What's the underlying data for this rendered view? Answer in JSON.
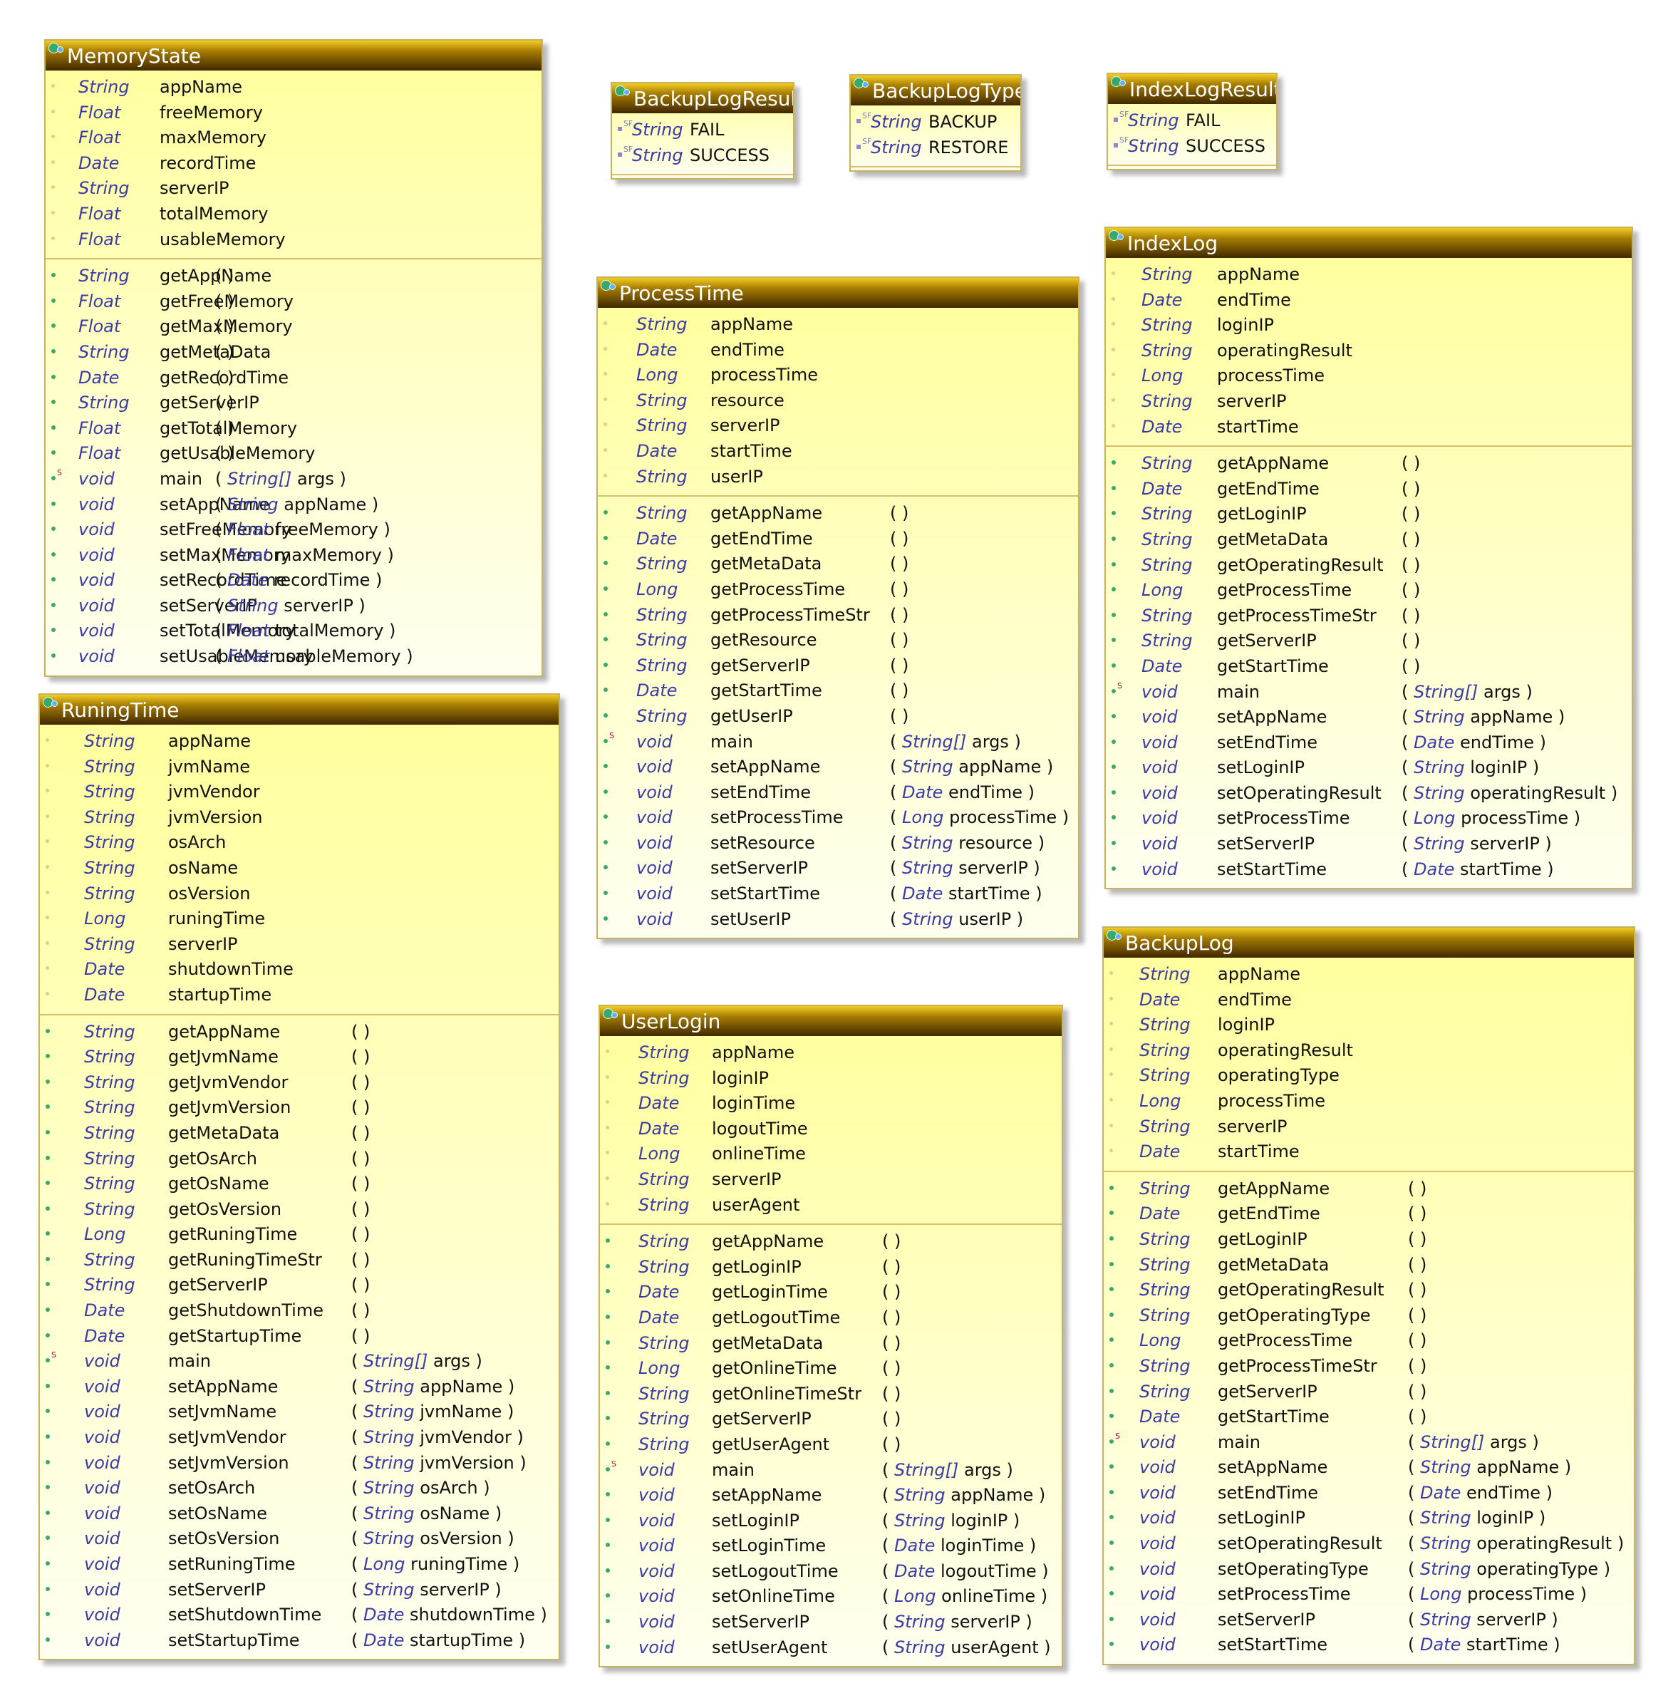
{
  "colors": {
    "header_top": "#f2cc24",
    "header_bottom": "#402800",
    "body_top": "#ffff9c",
    "body_bottom": "#fffff0",
    "type_text": "#3b3ba6",
    "border": "#c8b25a"
  },
  "icons": {
    "class": "class-icon",
    "field": "field-marker-icon",
    "method": "public-method-icon",
    "static_method": "static-method-icon",
    "constant": "constant-field-icon"
  },
  "classes": [
    {
      "id": "memory-state",
      "name": "MemoryState",
      "fields": [
        {
          "type": "String",
          "name": "appName"
        },
        {
          "type": "Float",
          "name": "freeMemory"
        },
        {
          "type": "Float",
          "name": "maxMemory"
        },
        {
          "type": "Date",
          "name": "recordTime"
        },
        {
          "type": "String",
          "name": "serverIP"
        },
        {
          "type": "Float",
          "name": "totalMemory"
        },
        {
          "type": "Float",
          "name": "usableMemory"
        }
      ],
      "methods": [
        {
          "type": "String",
          "name": "getAppName",
          "params": "( )"
        },
        {
          "type": "Float",
          "name": "getFreeMemory",
          "params": "( )"
        },
        {
          "type": "Float",
          "name": "getMaxMemory",
          "params": "( )"
        },
        {
          "type": "String",
          "name": "getMetaData",
          "params": "( )"
        },
        {
          "type": "Date",
          "name": "getRecordTime",
          "params": "( )"
        },
        {
          "type": "String",
          "name": "getServerIP",
          "params": "( )"
        },
        {
          "type": "Float",
          "name": "getTotalMemory",
          "params": "( )"
        },
        {
          "type": "Float",
          "name": "getUsableMemory",
          "params": "( )"
        },
        {
          "type": "void",
          "name": "main",
          "ptype": "String[]",
          "pname": "args",
          "static": true
        },
        {
          "type": "void",
          "name": "setAppName",
          "ptype": "String",
          "pname": "appName"
        },
        {
          "type": "void",
          "name": "setFreeMemory",
          "ptype": "Float",
          "pname": "freeMemory"
        },
        {
          "type": "void",
          "name": "setMaxMemory",
          "ptype": "Float",
          "pname": "maxMemory"
        },
        {
          "type": "void",
          "name": "setRecordTime",
          "ptype": "Date",
          "pname": "recordTime"
        },
        {
          "type": "void",
          "name": "setServerIP",
          "ptype": "String",
          "pname": "serverIP"
        },
        {
          "type": "void",
          "name": "setTotalMemory",
          "ptype": "Float",
          "pname": "totalMemory"
        },
        {
          "type": "void",
          "name": "setUsableMemory",
          "ptype": "Float",
          "pname": "usableMemory"
        }
      ]
    },
    {
      "id": "backup-log-result",
      "name": "BackupLogResult",
      "fields": [
        {
          "type": "String",
          "name": "FAIL",
          "const": true
        },
        {
          "type": "String",
          "name": "SUCCESS",
          "const": true
        }
      ],
      "methods": []
    },
    {
      "id": "backup-log-type",
      "name": "BackupLogType",
      "fields": [
        {
          "type": "String",
          "name": "BACKUP",
          "const": true
        },
        {
          "type": "String",
          "name": "RESTORE",
          "const": true
        }
      ],
      "methods": []
    },
    {
      "id": "index-log-result",
      "name": "IndexLogResult",
      "fields": [
        {
          "type": "String",
          "name": "FAIL",
          "const": true
        },
        {
          "type": "String",
          "name": "SUCCESS",
          "const": true
        }
      ],
      "methods": []
    },
    {
      "id": "process-time",
      "name": "ProcessTime",
      "fields": [
        {
          "type": "String",
          "name": "appName"
        },
        {
          "type": "Date",
          "name": "endTime"
        },
        {
          "type": "Long",
          "name": "processTime"
        },
        {
          "type": "String",
          "name": "resource"
        },
        {
          "type": "String",
          "name": "serverIP"
        },
        {
          "type": "Date",
          "name": "startTime"
        },
        {
          "type": "String",
          "name": "userIP"
        }
      ],
      "methods": [
        {
          "type": "String",
          "name": "getAppName",
          "params": "( )"
        },
        {
          "type": "Date",
          "name": "getEndTime",
          "params": "( )"
        },
        {
          "type": "String",
          "name": "getMetaData",
          "params": "( )"
        },
        {
          "type": "Long",
          "name": "getProcessTime",
          "params": "( )"
        },
        {
          "type": "String",
          "name": "getProcessTimeStr",
          "params": "( )"
        },
        {
          "type": "String",
          "name": "getResource",
          "params": "( )"
        },
        {
          "type": "String",
          "name": "getServerIP",
          "params": "( )"
        },
        {
          "type": "Date",
          "name": "getStartTime",
          "params": "( )"
        },
        {
          "type": "String",
          "name": "getUserIP",
          "params": "( )"
        },
        {
          "type": "void",
          "name": "main",
          "ptype": "String[]",
          "pname": "args",
          "static": true
        },
        {
          "type": "void",
          "name": "setAppName",
          "ptype": "String",
          "pname": "appName"
        },
        {
          "type": "void",
          "name": "setEndTime",
          "ptype": "Date",
          "pname": "endTime"
        },
        {
          "type": "void",
          "name": "setProcessTime",
          "ptype": "Long",
          "pname": "processTime"
        },
        {
          "type": "void",
          "name": "setResource",
          "ptype": "String",
          "pname": "resource"
        },
        {
          "type": "void",
          "name": "setServerIP",
          "ptype": "String",
          "pname": "serverIP"
        },
        {
          "type": "void",
          "name": "setStartTime",
          "ptype": "Date",
          "pname": "startTime"
        },
        {
          "type": "void",
          "name": "setUserIP",
          "ptype": "String",
          "pname": "userIP"
        }
      ]
    },
    {
      "id": "index-log",
      "name": "IndexLog",
      "fields": [
        {
          "type": "String",
          "name": "appName"
        },
        {
          "type": "Date",
          "name": "endTime"
        },
        {
          "type": "String",
          "name": "loginIP"
        },
        {
          "type": "String",
          "name": "operatingResult"
        },
        {
          "type": "Long",
          "name": "processTime"
        },
        {
          "type": "String",
          "name": "serverIP"
        },
        {
          "type": "Date",
          "name": "startTime"
        }
      ],
      "methods": [
        {
          "type": "String",
          "name": "getAppName",
          "params": "( )"
        },
        {
          "type": "Date",
          "name": "getEndTime",
          "params": "( )"
        },
        {
          "type": "String",
          "name": "getLoginIP",
          "params": "( )"
        },
        {
          "type": "String",
          "name": "getMetaData",
          "params": "( )"
        },
        {
          "type": "String",
          "name": "getOperatingResult",
          "params": "( )"
        },
        {
          "type": "Long",
          "name": "getProcessTime",
          "params": "( )"
        },
        {
          "type": "String",
          "name": "getProcessTimeStr",
          "params": "( )"
        },
        {
          "type": "String",
          "name": "getServerIP",
          "params": "( )"
        },
        {
          "type": "Date",
          "name": "getStartTime",
          "params": "( )"
        },
        {
          "type": "void",
          "name": "main",
          "ptype": "String[]",
          "pname": "args",
          "static": true
        },
        {
          "type": "void",
          "name": "setAppName",
          "ptype": "String",
          "pname": "appName"
        },
        {
          "type": "void",
          "name": "setEndTime",
          "ptype": "Date",
          "pname": "endTime"
        },
        {
          "type": "void",
          "name": "setLoginIP",
          "ptype": "String",
          "pname": "loginIP"
        },
        {
          "type": "void",
          "name": "setOperatingResult",
          "ptype": "String",
          "pname": "operatingResult"
        },
        {
          "type": "void",
          "name": "setProcessTime",
          "ptype": "Long",
          "pname": "processTime"
        },
        {
          "type": "void",
          "name": "setServerIP",
          "ptype": "String",
          "pname": "serverIP"
        },
        {
          "type": "void",
          "name": "setStartTime",
          "ptype": "Date",
          "pname": "startTime"
        }
      ]
    },
    {
      "id": "runing-time",
      "name": "RuningTime",
      "fields": [
        {
          "type": "String",
          "name": "appName"
        },
        {
          "type": "String",
          "name": "jvmName"
        },
        {
          "type": "String",
          "name": "jvmVendor"
        },
        {
          "type": "String",
          "name": "jvmVersion"
        },
        {
          "type": "String",
          "name": "osArch"
        },
        {
          "type": "String",
          "name": "osName"
        },
        {
          "type": "String",
          "name": "osVersion"
        },
        {
          "type": "Long",
          "name": "runingTime"
        },
        {
          "type": "String",
          "name": "serverIP"
        },
        {
          "type": "Date",
          "name": "shutdownTime"
        },
        {
          "type": "Date",
          "name": "startupTime"
        }
      ],
      "methods": [
        {
          "type": "String",
          "name": "getAppName",
          "params": "( )"
        },
        {
          "type": "String",
          "name": "getJvmName",
          "params": "( )"
        },
        {
          "type": "String",
          "name": "getJvmVendor",
          "params": "( )"
        },
        {
          "type": "String",
          "name": "getJvmVersion",
          "params": "( )"
        },
        {
          "type": "String",
          "name": "getMetaData",
          "params": "( )"
        },
        {
          "type": "String",
          "name": "getOsArch",
          "params": "( )"
        },
        {
          "type": "String",
          "name": "getOsName",
          "params": "( )"
        },
        {
          "type": "String",
          "name": "getOsVersion",
          "params": "( )"
        },
        {
          "type": "Long",
          "name": "getRuningTime",
          "params": "( )"
        },
        {
          "type": "String",
          "name": "getRuningTimeStr",
          "params": "( )"
        },
        {
          "type": "String",
          "name": "getServerIP",
          "params": "( )"
        },
        {
          "type": "Date",
          "name": "getShutdownTime",
          "params": "( )"
        },
        {
          "type": "Date",
          "name": "getStartupTime",
          "params": "( )"
        },
        {
          "type": "void",
          "name": "main",
          "ptype": "String[]",
          "pname": "args",
          "static": true
        },
        {
          "type": "void",
          "name": "setAppName",
          "ptype": "String",
          "pname": "appName"
        },
        {
          "type": "void",
          "name": "setJvmName",
          "ptype": "String",
          "pname": "jvmName"
        },
        {
          "type": "void",
          "name": "setJvmVendor",
          "ptype": "String",
          "pname": "jvmVendor"
        },
        {
          "type": "void",
          "name": "setJvmVersion",
          "ptype": "String",
          "pname": "jvmVersion"
        },
        {
          "type": "void",
          "name": "setOsArch",
          "ptype": "String",
          "pname": "osArch"
        },
        {
          "type": "void",
          "name": "setOsName",
          "ptype": "String",
          "pname": "osName"
        },
        {
          "type": "void",
          "name": "setOsVersion",
          "ptype": "String",
          "pname": "osVersion"
        },
        {
          "type": "void",
          "name": "setRuningTime",
          "ptype": "Long",
          "pname": "runingTime"
        },
        {
          "type": "void",
          "name": "setServerIP",
          "ptype": "String",
          "pname": "serverIP"
        },
        {
          "type": "void",
          "name": "setShutdownTime",
          "ptype": "Date",
          "pname": "shutdownTime"
        },
        {
          "type": "void",
          "name": "setStartupTime",
          "ptype": "Date",
          "pname": "startupTime"
        }
      ]
    },
    {
      "id": "user-login",
      "name": "UserLogin",
      "fields": [
        {
          "type": "String",
          "name": "appName"
        },
        {
          "type": "String",
          "name": "loginIP"
        },
        {
          "type": "Date",
          "name": "loginTime"
        },
        {
          "type": "Date",
          "name": "logoutTime"
        },
        {
          "type": "Long",
          "name": "onlineTime"
        },
        {
          "type": "String",
          "name": "serverIP"
        },
        {
          "type": "String",
          "name": "userAgent"
        }
      ],
      "methods": [
        {
          "type": "String",
          "name": "getAppName",
          "params": "( )"
        },
        {
          "type": "String",
          "name": "getLoginIP",
          "params": "( )"
        },
        {
          "type": "Date",
          "name": "getLoginTime",
          "params": "( )"
        },
        {
          "type": "Date",
          "name": "getLogoutTime",
          "params": "( )"
        },
        {
          "type": "String",
          "name": "getMetaData",
          "params": "( )"
        },
        {
          "type": "Long",
          "name": "getOnlineTime",
          "params": "( )"
        },
        {
          "type": "String",
          "name": "getOnlineTimeStr",
          "params": "( )"
        },
        {
          "type": "String",
          "name": "getServerIP",
          "params": "( )"
        },
        {
          "type": "String",
          "name": "getUserAgent",
          "params": "( )"
        },
        {
          "type": "void",
          "name": "main",
          "ptype": "String[]",
          "pname": "args",
          "static": true
        },
        {
          "type": "void",
          "name": "setAppName",
          "ptype": "String",
          "pname": "appName"
        },
        {
          "type": "void",
          "name": "setLoginIP",
          "ptype": "String",
          "pname": "loginIP"
        },
        {
          "type": "void",
          "name": "setLoginTime",
          "ptype": "Date",
          "pname": "loginTime"
        },
        {
          "type": "void",
          "name": "setLogoutTime",
          "ptype": "Date",
          "pname": "logoutTime"
        },
        {
          "type": "void",
          "name": "setOnlineTime",
          "ptype": "Long",
          "pname": "onlineTime"
        },
        {
          "type": "void",
          "name": "setServerIP",
          "ptype": "String",
          "pname": "serverIP"
        },
        {
          "type": "void",
          "name": "setUserAgent",
          "ptype": "String",
          "pname": "userAgent"
        }
      ]
    },
    {
      "id": "backup-log",
      "name": "BackupLog",
      "fields": [
        {
          "type": "String",
          "name": "appName"
        },
        {
          "type": "Date",
          "name": "endTime"
        },
        {
          "type": "String",
          "name": "loginIP"
        },
        {
          "type": "String",
          "name": "operatingResult"
        },
        {
          "type": "String",
          "name": "operatingType"
        },
        {
          "type": "Long",
          "name": "processTime"
        },
        {
          "type": "String",
          "name": "serverIP"
        },
        {
          "type": "Date",
          "name": "startTime"
        }
      ],
      "methods": [
        {
          "type": "String",
          "name": "getAppName",
          "params": "( )"
        },
        {
          "type": "Date",
          "name": "getEndTime",
          "params": "( )"
        },
        {
          "type": "String",
          "name": "getLoginIP",
          "params": "( )"
        },
        {
          "type": "String",
          "name": "getMetaData",
          "params": "( )"
        },
        {
          "type": "String",
          "name": "getOperatingResult",
          "params": "( )"
        },
        {
          "type": "String",
          "name": "getOperatingType",
          "params": "( )"
        },
        {
          "type": "Long",
          "name": "getProcessTime",
          "params": "( )"
        },
        {
          "type": "String",
          "name": "getProcessTimeStr",
          "params": "( )"
        },
        {
          "type": "String",
          "name": "getServerIP",
          "params": "( )"
        },
        {
          "type": "Date",
          "name": "getStartTime",
          "params": "( )"
        },
        {
          "type": "void",
          "name": "main",
          "ptype": "String[]",
          "pname": "args",
          "static": true
        },
        {
          "type": "void",
          "name": "setAppName",
          "ptype": "String",
          "pname": "appName"
        },
        {
          "type": "void",
          "name": "setEndTime",
          "ptype": "Date",
          "pname": "endTime"
        },
        {
          "type": "void",
          "name": "setLoginIP",
          "ptype": "String",
          "pname": "loginIP"
        },
        {
          "type": "void",
          "name": "setOperatingResult",
          "ptype": "String",
          "pname": "operatingResult"
        },
        {
          "type": "void",
          "name": "setOperatingType",
          "ptype": "String",
          "pname": "operatingType"
        },
        {
          "type": "void",
          "name": "setProcessTime",
          "ptype": "Long",
          "pname": "processTime"
        },
        {
          "type": "void",
          "name": "setServerIP",
          "ptype": "String",
          "pname": "serverIP"
        },
        {
          "type": "void",
          "name": "setStartTime",
          "ptype": "Date",
          "pname": "startTime"
        }
      ]
    }
  ]
}
